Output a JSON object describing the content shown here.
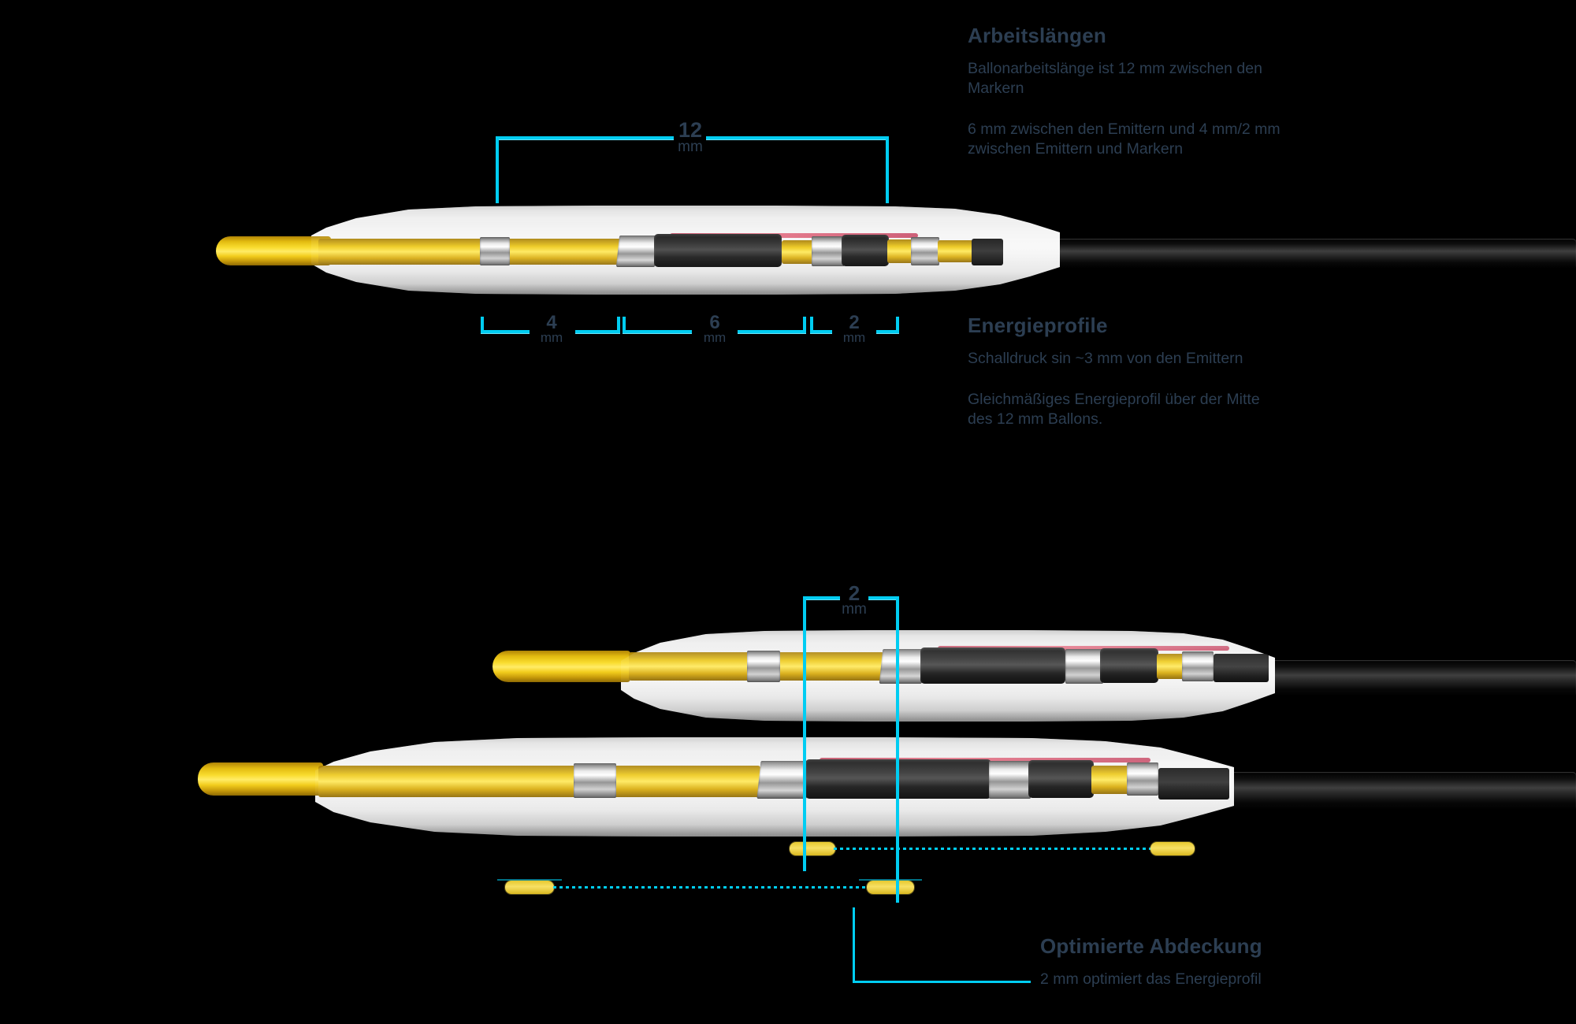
{
  "page": {
    "background": "#000000"
  },
  "colors": {
    "accent_cyan": "#00cdf2",
    "text_dark": "#2c3e52",
    "marker_yellow": "#f2d337"
  },
  "text_blocks": {
    "arbeitslaengen": {
      "heading": "Arbeitslängen",
      "para1": "Ballonarbeitslänge ist 12 mm zwischen den\nMarkern",
      "para2": "6 mm zwischen den Emittern und 4 mm/2 mm\nzwischen Emittern und Markern"
    },
    "energieprofile": {
      "heading": "Energieprofile",
      "para1": "Schalldruck sin ~3 mm von den Emittern",
      "para2": "Gleichmäßiges Energieprofil über der Mitte\ndes 12 mm Ballons."
    },
    "optimierte_abdeckung": {
      "heading": "Optimierte Abdeckung",
      "para1": "2 mm optimiert das Energieprofil"
    }
  },
  "measurements": {
    "balloon_working_length": {
      "value": "12",
      "unit": "mm"
    },
    "proximal_marker_to_emitter": {
      "value": "4",
      "unit": "mm"
    },
    "between_emitters": {
      "value": "6",
      "unit": "mm"
    },
    "emitter_to_distal_marker": {
      "value": "2",
      "unit": "mm"
    },
    "offset": {
      "value": "2",
      "unit": "mm"
    }
  }
}
